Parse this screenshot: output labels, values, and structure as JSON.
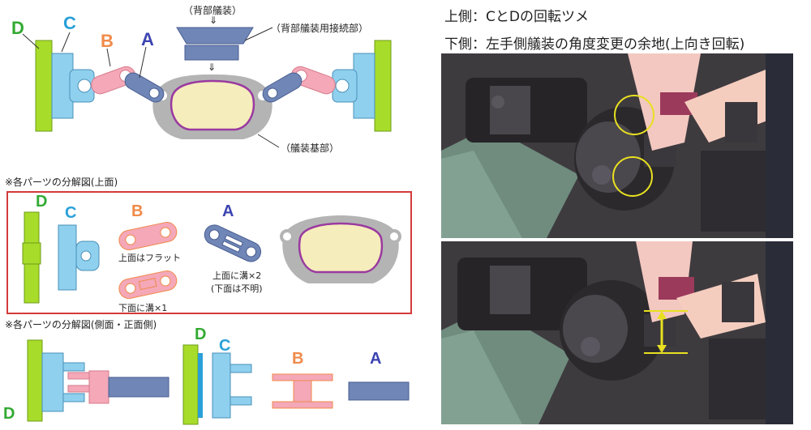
{
  "colors": {
    "D": "#33aa33",
    "C": "#2aa0d8",
    "B": "#f08a4a",
    "A": "#3c44b0",
    "part_d": "#a8dc2a",
    "part_c": "#8fd0ee",
    "part_b": "#f4a8b8",
    "part_a": "#6f86b6",
    "base_gray": "#b4b4b4",
    "base_fill": "#f6edbc",
    "base_purple": "#9a3aa0",
    "highlight_yellow": "#e8e020",
    "box_red": "#d43a3a"
  },
  "top": {
    "letters": {
      "d": "D",
      "c": "C",
      "b": "B",
      "a": "A"
    },
    "back_label": "（背部艤装）",
    "back_arrow": "⇓",
    "connect_label": "（背部艤装用接続部）",
    "base_arrow": "⇓",
    "base_label": "（艤装基部）"
  },
  "exploded_top": {
    "title": "※各パーツの分解図(上面)",
    "letters": {
      "d": "D",
      "c": "C",
      "b": "B",
      "a": "A"
    },
    "b_note1": "上面はフラット",
    "b_note2": "下面に溝×1",
    "a_note1": "上面に溝×2",
    "a_note2": "(下面は不明)"
  },
  "exploded_side": {
    "title": "※各パーツの分解図(側面・正面側)",
    "letters": {
      "d": "D",
      "c": "C",
      "b": "B",
      "a": "A"
    }
  },
  "right": {
    "caption_top": "上側：CとDの回転ツメ",
    "caption_bottom": "下側：左手側艤装の角度変更の余地(上向き回転)"
  }
}
